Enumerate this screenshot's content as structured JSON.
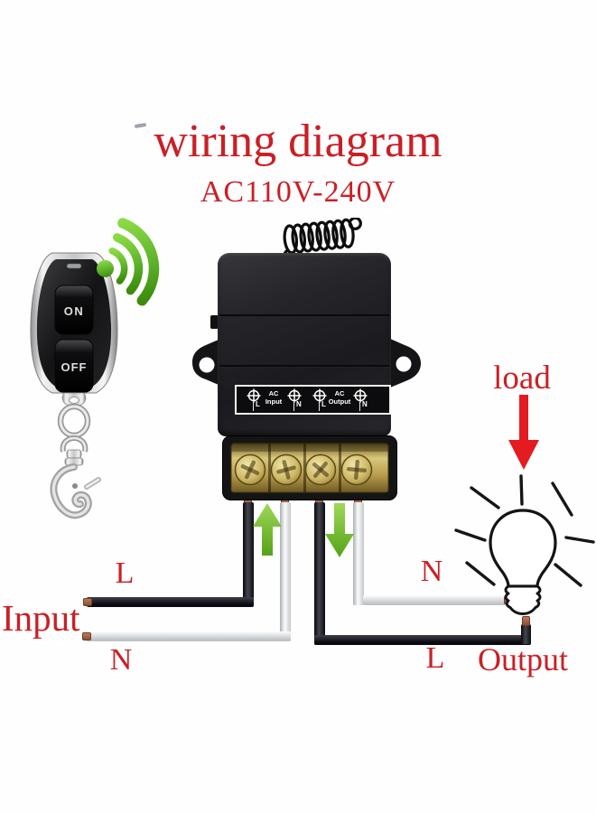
{
  "diagram": {
    "title": "wiring diagram",
    "subtitle": "AC110V-240V"
  },
  "remote": {
    "on_button": "ON",
    "off_button": "OFF"
  },
  "module": {
    "panel": {
      "input_line1": "AC",
      "input_line2": "Input",
      "output_line1": "AC",
      "output_line2": "Output",
      "terminals": [
        "L",
        "N",
        "L",
        "N"
      ]
    }
  },
  "wiring": {
    "input_live": "L",
    "input_title": "Input",
    "input_neutral": "N",
    "output_neutral": "N",
    "output_live": "L",
    "output_title": "Output",
    "load": "load"
  },
  "colors": {
    "accent_red": "#c92026",
    "signal_green": "#5fb32b",
    "arrow_green": "#6fc02c",
    "brass": "#c8b166",
    "wire_black": "#1a1a20",
    "wire_white": "#ececee",
    "copper_tip": "#a96a4a"
  }
}
